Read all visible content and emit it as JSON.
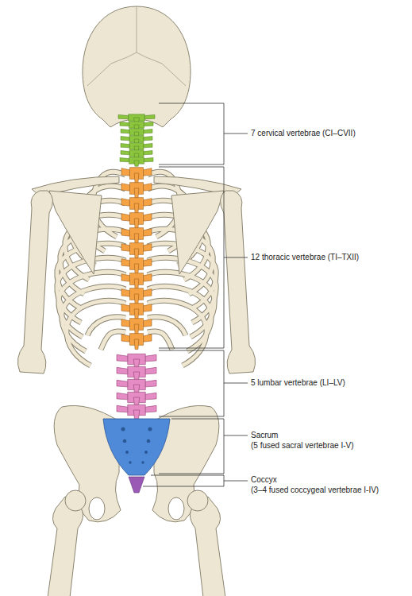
{
  "diagram": {
    "labels": [
      "7 cervical vertebrae (CI–CVII)",
      "12 thoracic vertebrae (TI–TXII)",
      "5 lumbar vertebrae (LI–LV)",
      "Sacrum",
      "(5 fused sacral vertebrae I-V)",
      "Coccyx",
      "(3–4 fused coccygeal vertebrae I-IV)"
    ]
  }
}
